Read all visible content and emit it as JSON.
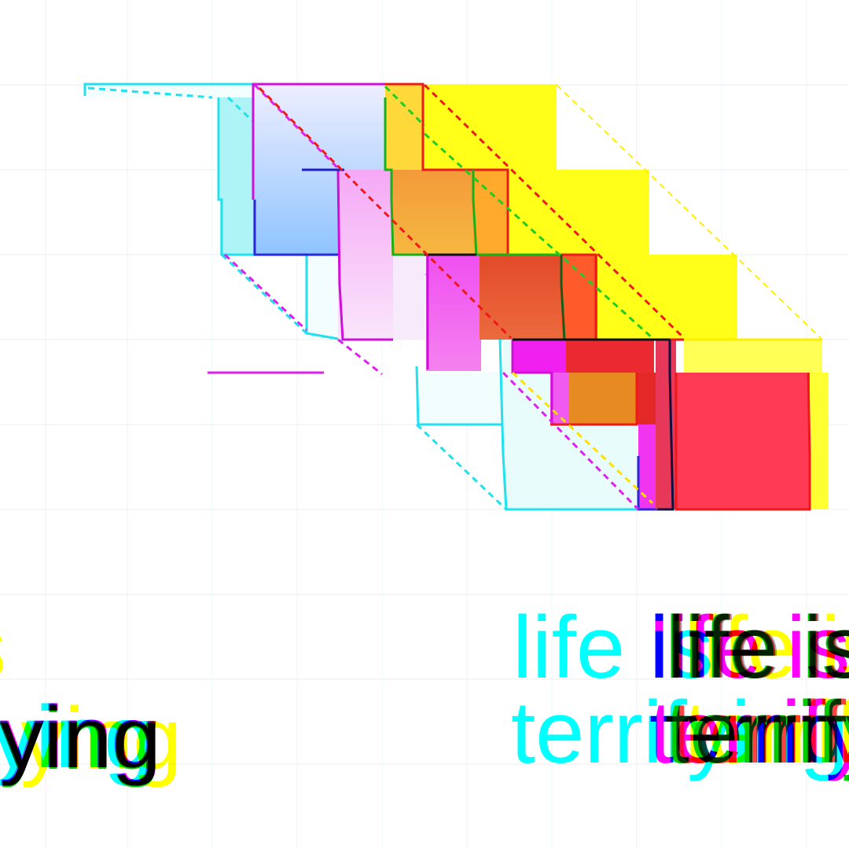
{
  "texts": {
    "left_line1": "s",
    "left_line2": "ying",
    "left_line2b": "fying",
    "right_line1": "life is",
    "right_line2": "terrifying"
  },
  "colors": {
    "background": "#ffffff",
    "cyan": "#00ffff",
    "magenta": "#ff00ff",
    "yellow": "#ffff00",
    "red": "#ff0000",
    "blue": "#0000ff",
    "green": "#00ff00",
    "dark": "#000033",
    "grid": "#e6e6f2"
  }
}
